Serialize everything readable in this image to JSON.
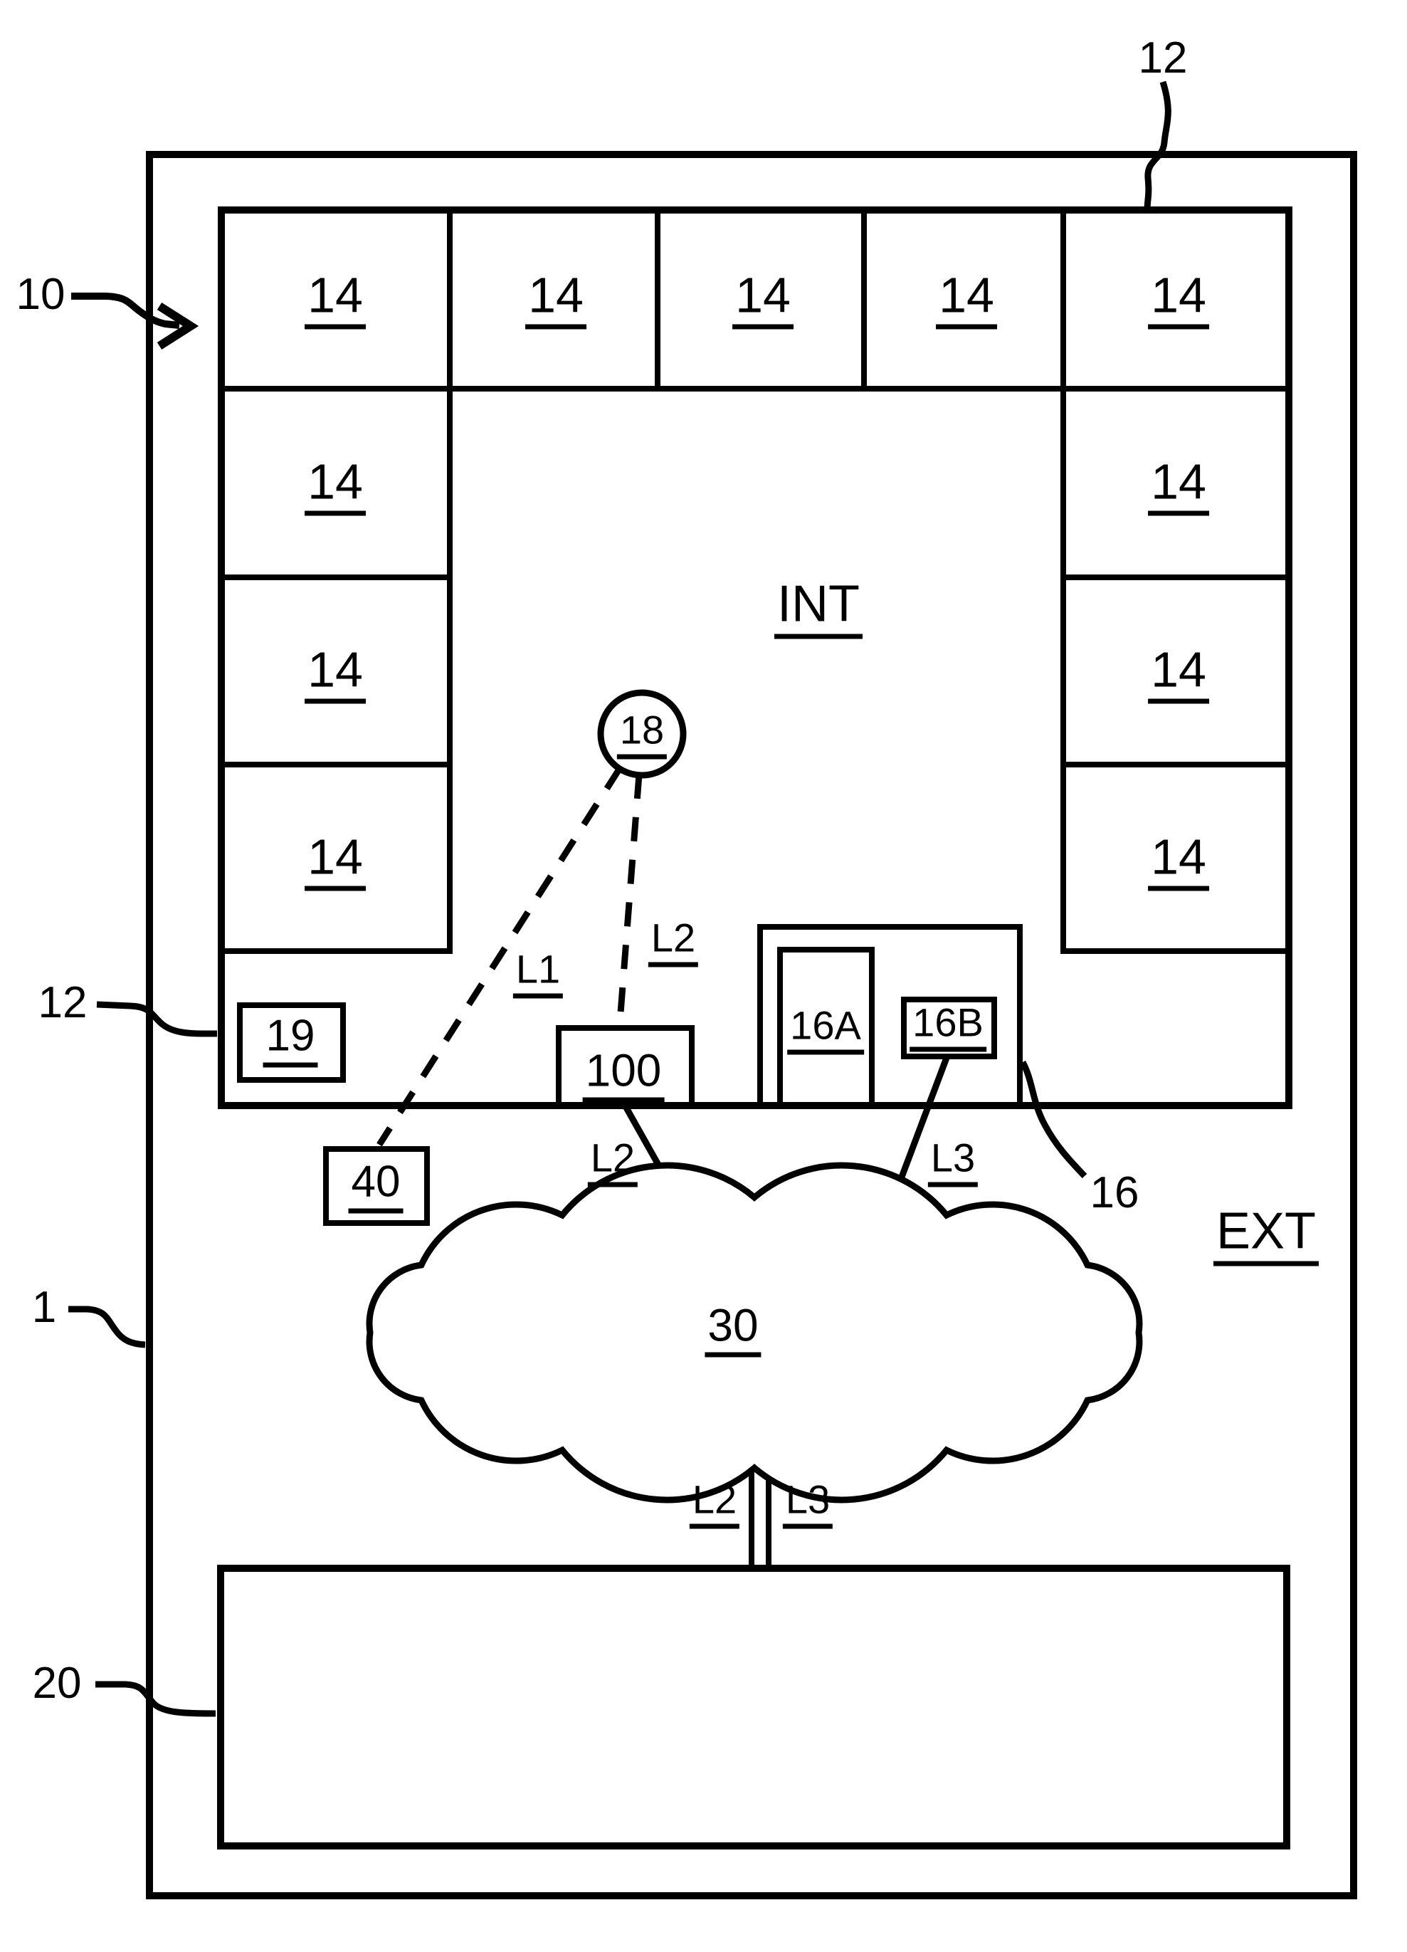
{
  "figure": {
    "regions": {
      "interior": "INT",
      "exterior": "EXT"
    },
    "references": {
      "system": "1",
      "rack": "10",
      "enclosure_top": "12",
      "enclosure_left": "12",
      "gateway": "16",
      "remote_site": "20"
    },
    "modules": [
      "14",
      "14",
      "14",
      "14",
      "14",
      "14",
      "14",
      "14",
      "14",
      "14",
      "14"
    ],
    "nodes": {
      "access_point": "18",
      "sensor": "19",
      "controller": "100",
      "gateway_a": "16A",
      "gateway_b": "16B",
      "device": "40",
      "network": "30"
    },
    "links": {
      "l1": "L1",
      "l2_wireless": "L2",
      "l2_wired": "L2",
      "l3_wired": "L3",
      "l2_bottom": "L2",
      "l3_bottom": "L3"
    }
  }
}
